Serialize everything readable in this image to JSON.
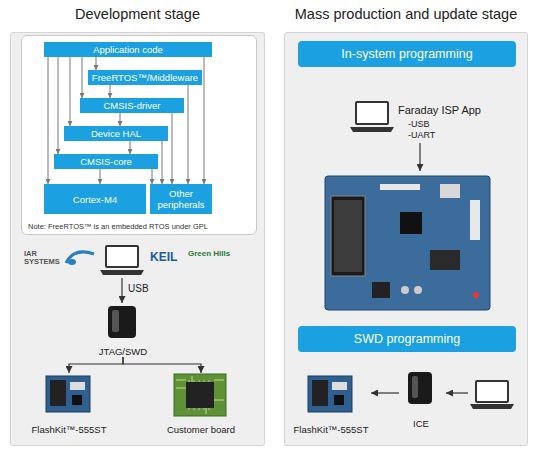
{
  "diagram": {
    "nodes": [
      {
        "text": [
          "Development stage"
        ]
      },
      {
        "text": [
          "Note: FreeRTOS™ is an embedded RTOS under GPL"
        ],
        "in": 0
      },
      {
        "text": [
          "Application code"
        ],
        "in": 1
      },
      {
        "text": [
          "FreeRTOS™/Middleware"
        ],
        "in": 1
      },
      {
        "text": [
          "CMSIS-driver"
        ],
        "in": 1
      },
      {
        "text": [
          "Device HAL"
        ],
        "in": 1
      },
      {
        "text": [
          "CMSIS-core"
        ],
        "in": 1
      },
      {
        "text": [
          "Cortex-M4"
        ],
        "in": 1
      },
      {
        "text": [
          "Other peripherals"
        ],
        "in": 1
      },
      {
        "text": [
          "JTAG/SWD"
        ],
        "in": 0
      },
      {
        "text": [
          "FlashKit™-555ST"
        ],
        "in": 0
      },
      {
        "text": [
          "Customer board"
        ],
        "in": 0
      },
      {
        "text": [
          "Mass production and update stage"
        ]
      },
      {
        "text": [
          "In-system programming"
        ],
        "in": 12
      },
      {
        "text": [
          "SWD programming"
        ],
        "in": 12
      },
      {
        "text": [
          "ICE"
        ],
        "in": 12
      },
      {
        "text": [
          "FlashKit™-555ST"
        ],
        "in": 12
      }
    ],
    "edges": [
      {
        "from": 2,
        "to": 3,
        "arrow": "to"
      },
      {
        "from": 2,
        "to": 4,
        "arrow": "to"
      },
      {
        "from": 2,
        "to": 5,
        "arrow": "to"
      },
      {
        "from": 2,
        "to": 6,
        "arrow": "to"
      },
      {
        "from": 2,
        "to": 7,
        "arrow": "to"
      },
      {
        "from": 2,
        "to": 8,
        "arrow": "to"
      },
      {
        "from": 3,
        "to": 4,
        "arrow": "to"
      },
      {
        "from": 3,
        "to": 8,
        "arrow": "to"
      },
      {
        "from": 4,
        "to": 5,
        "arrow": "to"
      },
      {
        "from": 4,
        "to": 8,
        "arrow": "to"
      },
      {
        "from": 5,
        "to": 6,
        "arrow": "to"
      },
      {
        "from": 5,
        "to": 8,
        "arrow": "to"
      },
      {
        "from": 6,
        "to": 7,
        "arrow": "to"
      },
      {
        "from": 6,
        "to": 8,
        "arrow": "to"
      },
      {
        "from": 9,
        "to": 10,
        "arrow": "to"
      },
      {
        "from": 9,
        "to": 11,
        "arrow": "to"
      },
      {
        "from": 15,
        "to": 16,
        "arrow": "to"
      }
    ],
    "labels": [
      "IAR SYSTEMS",
      "KEIL",
      "Green Hills",
      "USB",
      "Faraday ISP App",
      "-USB",
      "-UART"
    ]
  }
}
